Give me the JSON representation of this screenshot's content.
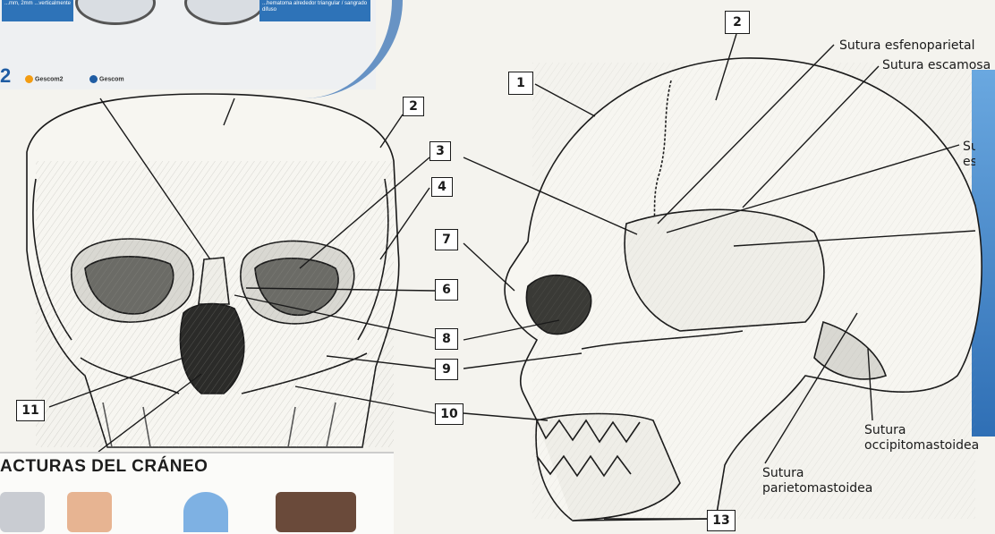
{
  "thumbnail_strip": {
    "tag_left": "...mm, 2mm ...verticalmente",
    "tag_right": "...hematoma alrededor triangular / sangrado difuso",
    "page_number": "2",
    "social_1": "Gescom2",
    "social_2": "Gescom"
  },
  "fracturas_card": {
    "title": "ACTURAS DEL CRÁNEO"
  },
  "frontal_labels": [
    "2",
    "3",
    "4",
    "7",
    "6",
    "8",
    "9",
    "10",
    "11"
  ],
  "lateral_labels": [
    "1",
    "2",
    "13"
  ],
  "sutures": {
    "esfenoparietal": "Sutura esfenoparietal",
    "escamosa": "Sutura escamosa",
    "esfeno_partial": "Sutu esfe",
    "occipitomastoidea_1": "Sutura",
    "occipitomastoidea_2": "occipitomastoidea",
    "parietomastoidea_1": "Sutura",
    "parietomastoidea_2": "parietomastoidea"
  },
  "colors": {
    "ink": "#1a1a1a",
    "paper": "#f4f3ee",
    "accent_blue": "#2e73b8"
  }
}
